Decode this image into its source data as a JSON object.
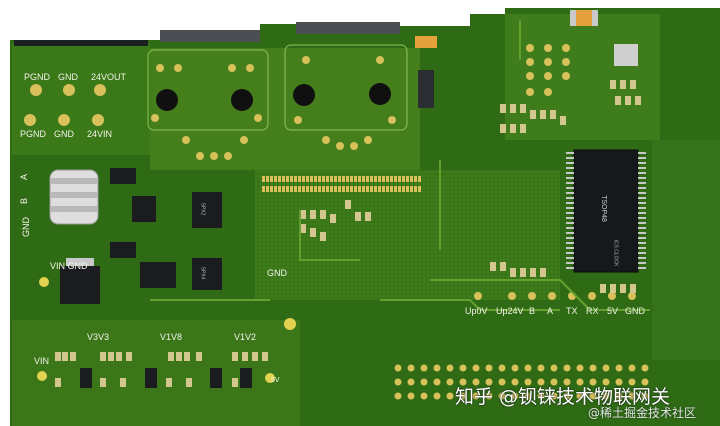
{
  "board": {
    "colors": {
      "substrate": "#2f6b14",
      "copper": "#4f8f22",
      "copper_light": "#6aa632",
      "pad_gold": "#d8c15a",
      "chip": "#1d2024",
      "silk": "#f3f3ea"
    },
    "labels": {
      "pgnd_top": "PGND",
      "gnd_top": "GND",
      "v24out": "24VOUT",
      "pgnd_bottom": "PGND",
      "gnd_bottom": "GND",
      "v24in": "24VIN",
      "side_a": "A",
      "side_b": "B",
      "side_gnd": "GND",
      "vin_gnd": "VIN GND",
      "vin": "VIN",
      "v3v3": "V3V3",
      "v1v8": "V1V8",
      "v1v2": "V1V2",
      "gnd_mid": "GND",
      "v5_small": "5V",
      "ic_u1": "SPX2",
      "ic_u2": "SPX4"
    },
    "connector_labels": [
      "Up0V",
      "Up24V",
      "B",
      "A",
      "TX",
      "RX",
      "5V",
      "GND"
    ],
    "main_chip": {
      "label": "TSOP48",
      "sub": "ICS.CLOCK"
    }
  },
  "watermark": {
    "main": "知乎 @钡铼技术物联网关",
    "sub": "@稀土掘金技术社区"
  }
}
